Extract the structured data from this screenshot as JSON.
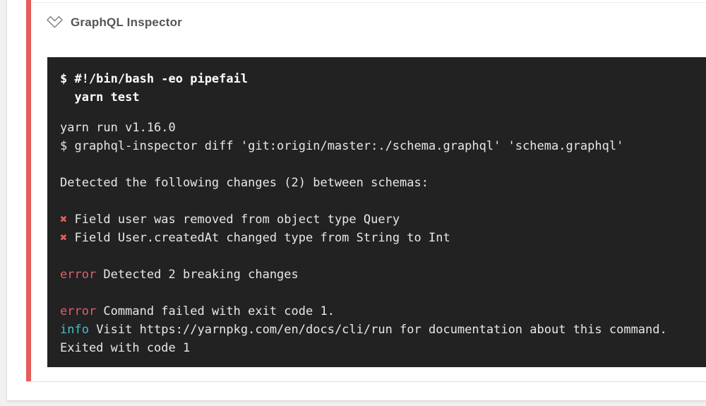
{
  "page": {
    "background": "#f0f0f0",
    "card_background": "#ffffff"
  },
  "step": {
    "title": "GraphQL Inspector",
    "status": "failed",
    "expanded": true,
    "icon": "chevron-down-outline-icon"
  },
  "colors": {
    "status_stripe": "#e75c5c",
    "terminal_background": "#222222",
    "terminal_text": "#e7e7e7",
    "command_text": "#ffffff",
    "error_text": "#e0606a",
    "cross_mark": "#e25f5f",
    "info_text": "#45bfce",
    "title_text": "#555555"
  },
  "terminal": {
    "command_lines": [
      "$ #!/bin/bash -eo pipefail",
      "  yarn test"
    ],
    "output_lines": [
      {
        "segments": [
          {
            "t": "yarn run v1.16.0",
            "s": "plain"
          }
        ]
      },
      {
        "segments": [
          {
            "t": "$ graphql-inspector diff 'git:origin/master:./schema.graphql' 'schema.graphql'",
            "s": "plain"
          }
        ]
      },
      {
        "segments": []
      },
      {
        "segments": [
          {
            "t": "Detected the following changes (2) between schemas:",
            "s": "plain"
          }
        ]
      },
      {
        "segments": []
      },
      {
        "segments": [
          {
            "t": "✖",
            "s": "cross"
          },
          {
            "t": " Field user was removed from object type Query",
            "s": "plain"
          }
        ]
      },
      {
        "segments": [
          {
            "t": "✖",
            "s": "cross"
          },
          {
            "t": " Field User.createdAt changed type from String to Int",
            "s": "plain"
          }
        ]
      },
      {
        "segments": []
      },
      {
        "segments": [
          {
            "t": "error",
            "s": "error"
          },
          {
            "t": " Detected 2 breaking changes",
            "s": "plain"
          }
        ]
      },
      {
        "segments": []
      },
      {
        "segments": [
          {
            "t": "error",
            "s": "error"
          },
          {
            "t": " Command failed with exit code 1.",
            "s": "plain"
          }
        ]
      },
      {
        "segments": [
          {
            "t": "info",
            "s": "info"
          },
          {
            "t": " Visit https://yarnpkg.com/en/docs/cli/run for documentation about this command.",
            "s": "plain"
          }
        ]
      },
      {
        "segments": [
          {
            "t": "Exited with code 1",
            "s": "plain"
          }
        ]
      }
    ]
  }
}
